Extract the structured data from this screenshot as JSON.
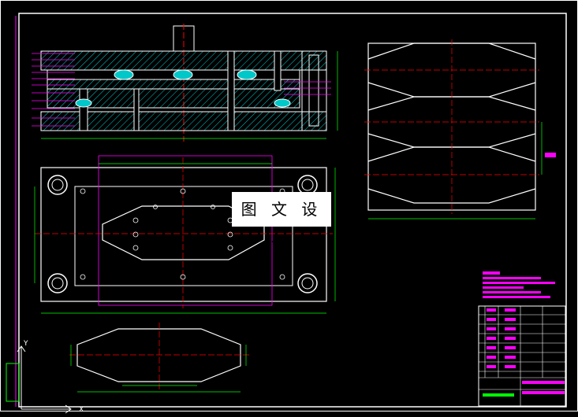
{
  "watermark": "图 文 设 计",
  "axes": {
    "y_label": "Y",
    "x_label": "X"
  },
  "colors": {
    "background": "#000000",
    "border": "#ffffff",
    "frame": "#ff00ff",
    "outline": "#ffffff",
    "hatch": "#00ffff",
    "center": "#ff0000",
    "dimension": "#00ff00",
    "spring": "#00c8c8",
    "notes": "#ff00ff"
  }
}
